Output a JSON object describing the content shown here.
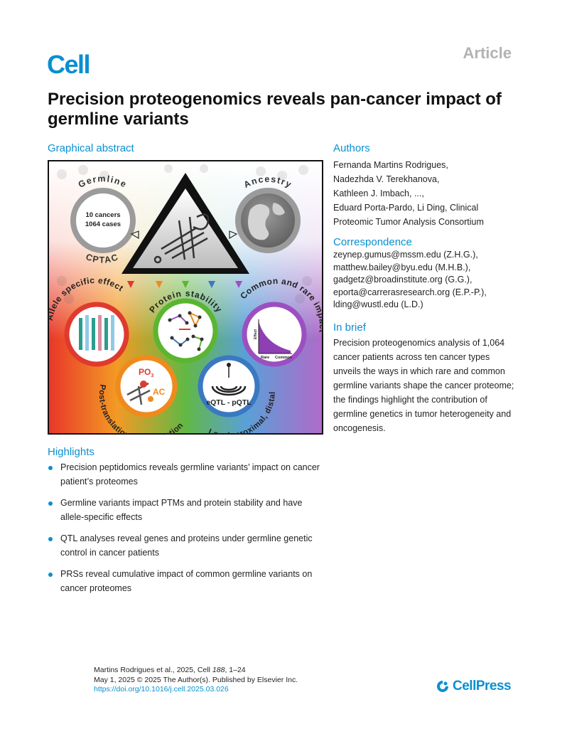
{
  "header": {
    "journal": "Cell",
    "article_type": "Article"
  },
  "title": "Precision proteogenomics reveals pan-cancer impact of germline variants",
  "graphical_abstract": {
    "heading": "Graphical abstract",
    "germline_label": "Germline",
    "ancestry_label": "Ancestry",
    "cptac_label": "CPTAC",
    "cancers_text": "10 cancers",
    "cases_text": "1064 cases",
    "allele_label": "Allele specific effect",
    "stability_label": "Protein stability",
    "common_rare_label": "Common and rare impact",
    "effect_label": "Effect",
    "rare_label": "Rare",
    "common_label": "Common",
    "ptm_label": "Post-translational modification",
    "po3_label": "PO",
    "po3_sub": "3",
    "ac_label": "AC",
    "qtl_label": "Local, proximal, distal",
    "eqtl_label": "eQTL - pQTL",
    "colors": {
      "red": "#e03a2f",
      "orange": "#f08a1c",
      "green": "#5cb531",
      "blue": "#3a78c2",
      "purple": "#9c4fc0"
    }
  },
  "authors": {
    "heading": "Authors",
    "lines": [
      "Fernanda Martins Rodrigues,",
      "Nadezhda V. Terekhanova,",
      "Kathleen J. Imbach, ...,",
      "Eduard Porta-Pardo, Li Ding, Clinical",
      "Proteomic Tumor Analysis Consortium"
    ]
  },
  "correspondence": {
    "heading": "Correspondence",
    "lines": [
      "zeynep.gumus@mssm.edu (Z.H.G.),",
      "matthew.bailey@byu.edu (M.H.B.),",
      "gadgetz@broadinstitute.org (G.G.),",
      "eporta@carrerasresearch.org (E.P.-P.),",
      "lding@wustl.edu (L.D.)"
    ]
  },
  "in_brief": {
    "heading": "In brief",
    "text": "Precision proteogenomics analysis of 1,064 cancer patients across ten cancer types unveils the ways in which rare and common germline variants shape the cancer proteome; the findings highlight the contribution of germline genetics in tumor heterogeneity and oncogenesis."
  },
  "highlights": {
    "heading": "Highlights",
    "items": [
      "Precision peptidomics reveals germline variants’ impact on cancer patient’s proteomes",
      "Germline variants impact PTMs and protein stability and have allele-specific effects",
      "QTL analyses reveal genes and proteins under germline genetic control in cancer patients",
      "PRSs reveal cumulative impact of common germline variants on cancer proteomes"
    ]
  },
  "footer": {
    "citation_prefix": "Martins Rodrigues et al., 2025, Cell ",
    "citation_volume": "188",
    "citation_suffix": ", 1–24",
    "line2": "May 1, 2025 © 2025 The Author(s). Published by Elsevier Inc.",
    "doi": "https://doi.org/10.1016/j.cell.2025.03.026",
    "publisher": "CellPress"
  }
}
